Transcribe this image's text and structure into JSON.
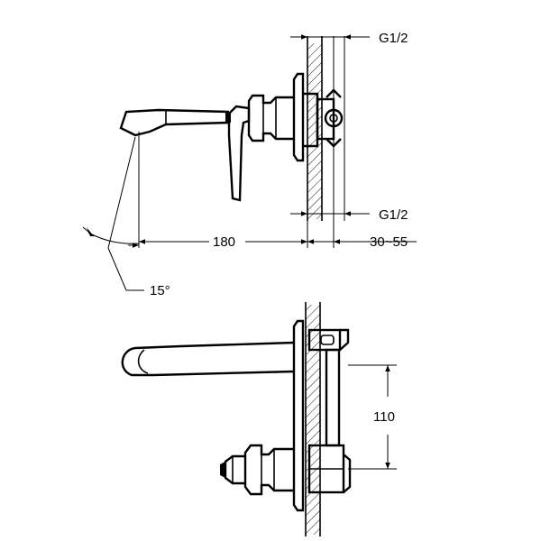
{
  "labels": {
    "thread_top": "G1/2",
    "thread_bottom": "G1/2",
    "spout_length": "180",
    "wall_thickness": "30~55",
    "spout_angle": "15°",
    "outlet_spacing": "110"
  }
}
